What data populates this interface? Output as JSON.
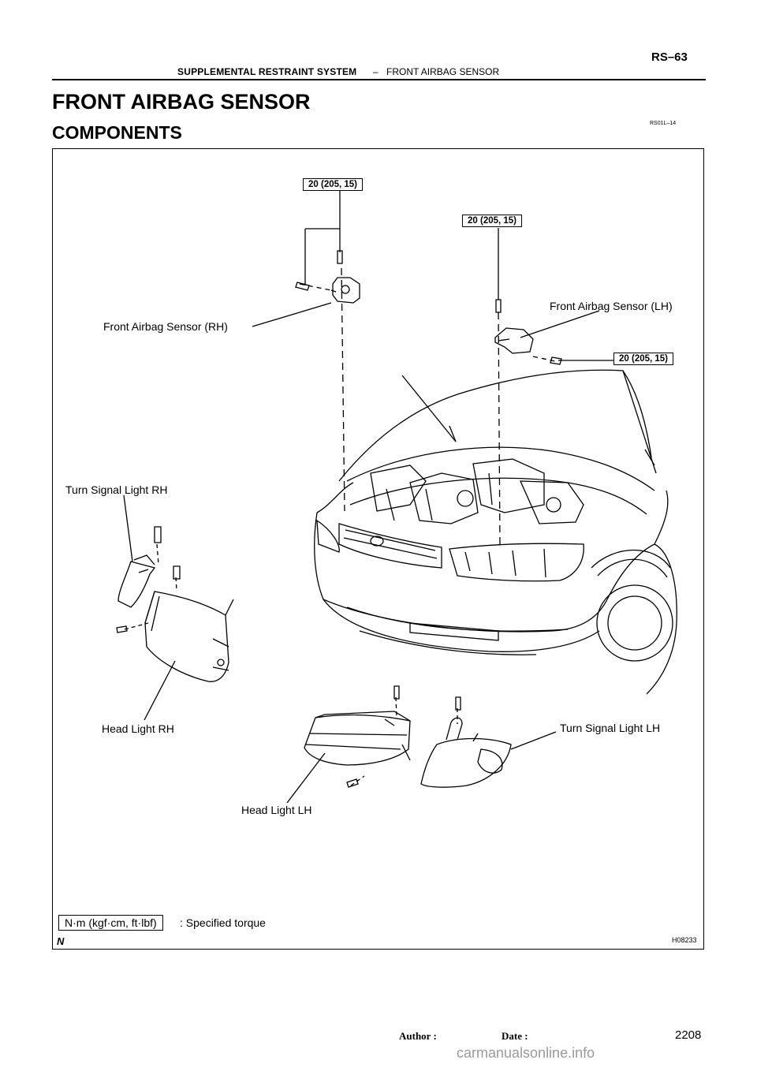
{
  "header": {
    "section": "SUPPLEMENTAL RESTRAINT SYSTEM",
    "separator": "–",
    "subsection": "FRONT AIRBAG SENSOR",
    "page": "RS–63"
  },
  "title": "FRONT AIRBAG SENSOR",
  "subtitle": "COMPONENTS",
  "ref_code": "RS01L–14",
  "figure": {
    "code": "H08233",
    "torque_values": [
      "20 (205, 15)",
      "20 (205, 15)",
      "20 (205, 15)"
    ],
    "labels": {
      "sensor_rh": "Front Airbag Sensor (RH)",
      "sensor_lh": "Front Airbag Sensor (LH)",
      "turn_rh": "Turn Signal Light RH",
      "turn_lh": "Turn Signal Light LH",
      "head_rh": "Head Light RH",
      "head_lh": "Head Light LH"
    },
    "legend_unit": "N·m (kgf·cm, ft·lbf)",
    "legend_text": ": Specified torque",
    "n_mark": "N"
  },
  "footer": {
    "author_label": "Author :",
    "date_label": "Date :",
    "doc_page": "2208"
  },
  "watermark": "carmanualsonline.info"
}
